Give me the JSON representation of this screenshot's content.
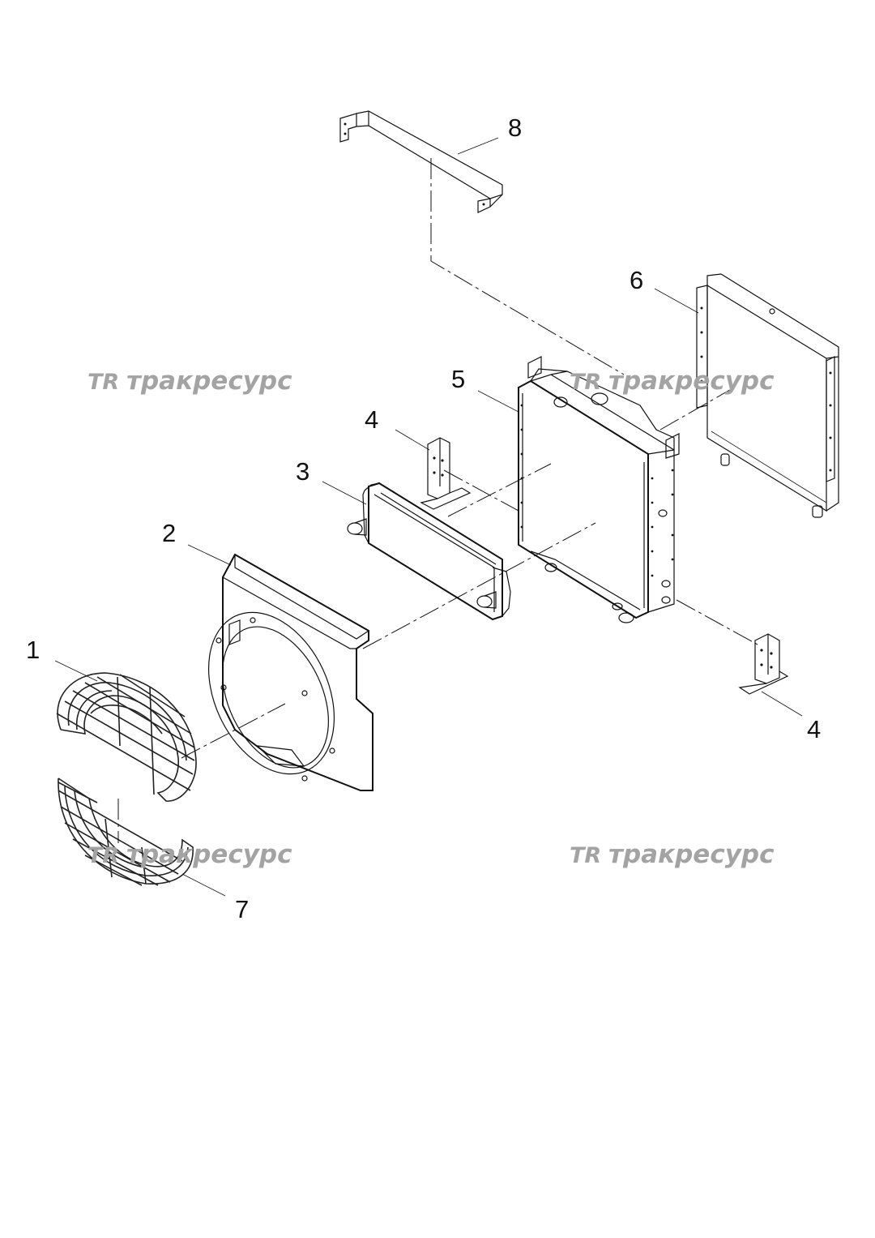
{
  "watermark": {
    "logo": "TR",
    "text": "тракресурс"
  },
  "callouts": [
    {
      "id": "1",
      "label": "1"
    },
    {
      "id": "2",
      "label": "2"
    },
    {
      "id": "3",
      "label": "3"
    },
    {
      "id": "4a",
      "label": "4"
    },
    {
      "id": "4b",
      "label": "4"
    },
    {
      "id": "5",
      "label": "5"
    },
    {
      "id": "6",
      "label": "6"
    },
    {
      "id": "7",
      "label": "7"
    },
    {
      "id": "8",
      "label": "8"
    }
  ]
}
